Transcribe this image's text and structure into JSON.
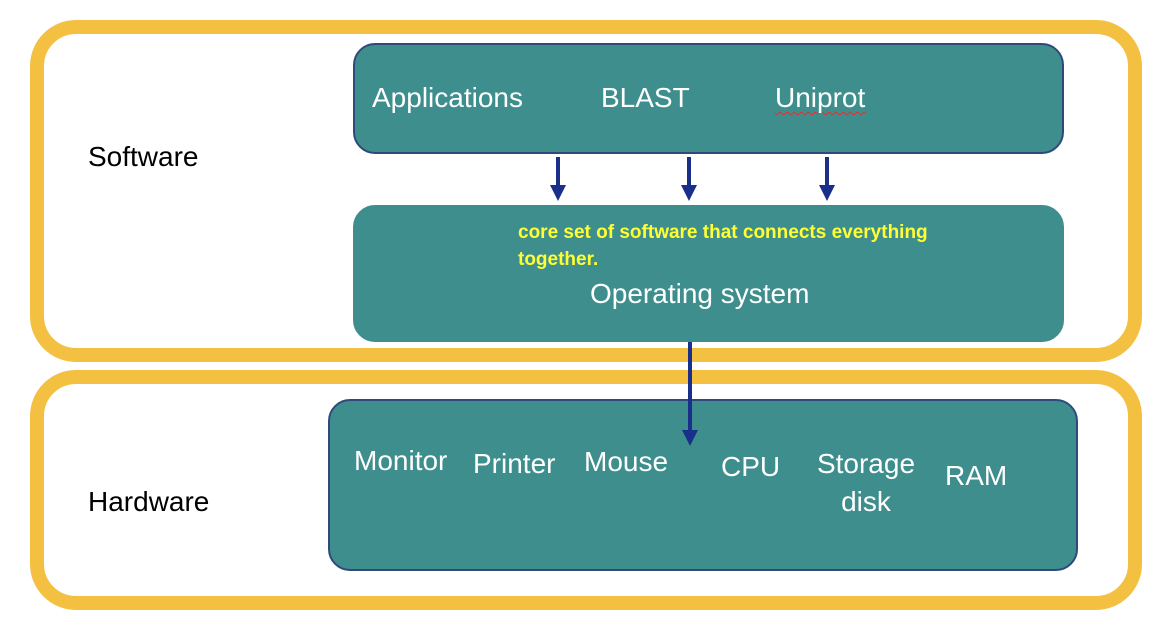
{
  "layers": {
    "software": {
      "label": "Software"
    },
    "hardware": {
      "label": "Hardware"
    }
  },
  "applications_box": {
    "items": [
      "Applications",
      "BLAST",
      "Uniprot"
    ]
  },
  "os_box": {
    "note": "core set of software that connects everything together.",
    "label": "Operating system"
  },
  "hardware_box": {
    "items": [
      "Monitor",
      "Printer",
      "Mouse",
      "CPU",
      "Storage disk",
      "RAM"
    ]
  },
  "colors": {
    "layer_border": "#f4c042",
    "box_fill": "#3e8e8e",
    "box_border": "#2f4a7a",
    "arrow": "#1a2f8a",
    "note_text": "#ffff33",
    "spellcheck_underline": "#e03030"
  }
}
